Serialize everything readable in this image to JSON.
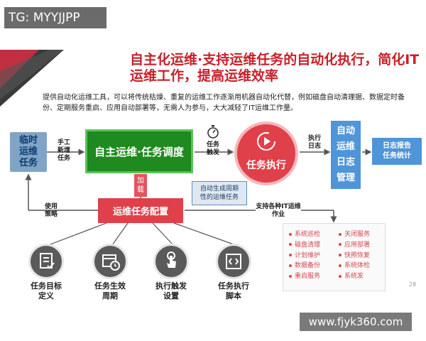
{
  "watermark": "TG: MYYJJPP",
  "title": "自主化运维·支持运维任务的自动化执行，简化IT运维工作，提高运维效率",
  "description": "提供自动化运维工具，可以将传统枯燥、重复的运维工作逐渐用机器自动化代替，例如磁盘自动清理据、数据定时备份、定期服务重启、应用自动部署等，无需人为参与，大大减轻了IT运维工作量。",
  "temp_task": "临时运维任务",
  "manual_add": "手工新增任务",
  "scheduling": "自主运维·任务调度",
  "trigger": "任务触发",
  "execution": "任务执行",
  "exec_log": "执行日志",
  "auto_log_mgmt": [
    "自动",
    "运维",
    "日志",
    "管理"
  ],
  "report": [
    "日志报告",
    "任务统计"
  ],
  "load": "加载",
  "callout": "自动生成周期性的运维任务",
  "use_policy": "使用策略",
  "config": "运维任务配置",
  "support_it": "支持各种IT运维作业",
  "ops_left": [
    "系统巡检",
    "磁盘清理",
    "计划维护",
    "数据备份",
    "重启服务"
  ],
  "ops_right": [
    "关闭服务",
    "应用部署",
    "快照恢复",
    "系统体检",
    "系统发"
  ],
  "icons": [
    {
      "name": "checklist-icon",
      "label": "任务目标定义"
    },
    {
      "name": "calendar-clock-icon",
      "label": "任务生效周期"
    },
    {
      "name": "touch-hand-icon",
      "label": "执行触发设置"
    },
    {
      "name": "code-script-icon",
      "label": "任务执行脚本"
    }
  ],
  "page_number": "28",
  "source_url": "www.fjyk360.com",
  "colors": {
    "red": "#e0404a",
    "green": "#1f8a1f",
    "blue": "#4f95d8",
    "title_red": "#c8202a"
  }
}
